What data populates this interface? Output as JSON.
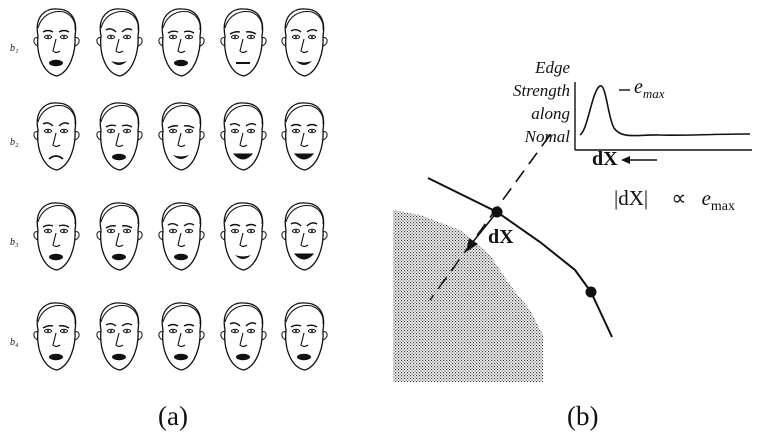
{
  "panel_a": {
    "caption": "(a)",
    "row_labels": [
      "b₁",
      "b₂",
      "b₃",
      "b₄"
    ]
  },
  "panel_b": {
    "caption": "(b)",
    "edge_label_lines": [
      "Edge",
      "Strength",
      "along",
      "Nomal"
    ],
    "emax_label": "e",
    "emax_sub": "max",
    "dx_graph_label": "dX",
    "dx_curve_label": "dX",
    "proportion_lhs": "|dX|",
    "proportion_op": "∝",
    "proportion_rhs": "e",
    "proportion_rhs_sub": "max"
  }
}
